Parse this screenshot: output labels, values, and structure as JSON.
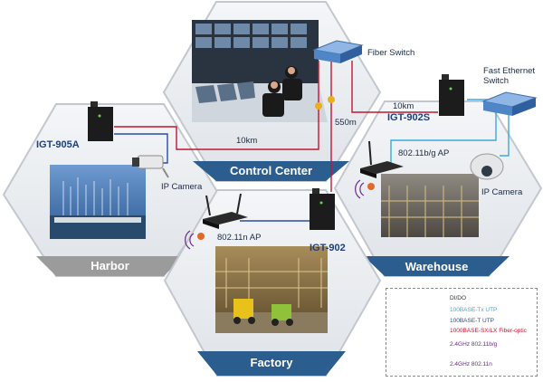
{
  "zones": {
    "control_center": "Control Center",
    "harbor": "Harbor",
    "factory": "Factory",
    "warehouse": "Warehouse"
  },
  "devices": {
    "fiber_switch": "Fiber Switch",
    "fast_ethernet_switch": "Fast Ethernet\nSwitch",
    "igt_905a": "IGT-905A",
    "igt_902s": "IGT-902S",
    "igt_902": "IGT-902",
    "ip_camera_harbor": "IP Camera",
    "ip_camera_warehouse": "IP Camera",
    "ap_warehouse": "802.11b/g AP",
    "ap_factory": "802.11n AP"
  },
  "links": {
    "harbor_distance": "10km",
    "warehouse_distance": "10km",
    "factory_distance": "550m"
  },
  "legend": {
    "items": [
      {
        "label": "DI/DO",
        "color": "#e08a2a"
      },
      {
        "label": "100BASE-Tx UTP",
        "color": "#3aaadf"
      },
      {
        "label": "100BASE-T UTP",
        "color": "#2a4aa8"
      },
      {
        "label": "1000BASE-SX/LX Fiber-optic",
        "color": "#c0182f"
      },
      {
        "label": "2.4GHz 802.11b/g",
        "color": "#6a2a8a"
      },
      {
        "label": "2.4GHz 802.11n",
        "color": "#6a2a8a"
      }
    ]
  },
  "colors": {
    "hex_fill": "#e6eaef",
    "band_blue": "#2c5d8f",
    "band_gray": "#9b9b9b",
    "fiber": "#c0182f",
    "utp_light": "#3aaadf",
    "utp_dark": "#2a4aa8"
  }
}
